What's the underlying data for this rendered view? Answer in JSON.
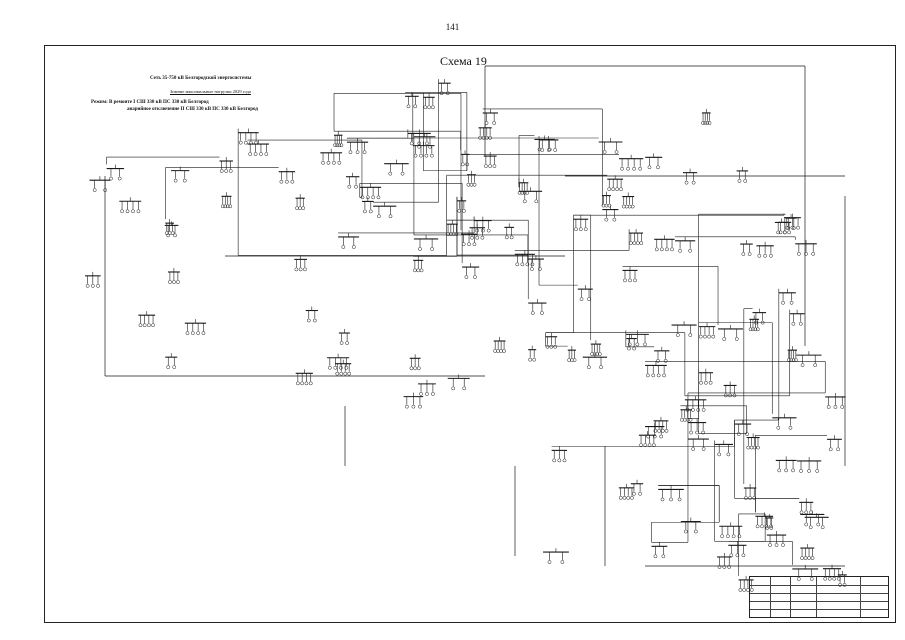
{
  "page": {
    "number": "141"
  },
  "header": {
    "scheme_title": "Схема 19",
    "network_title": "Сеть 35-750 кВ Белгородской энергосистемы",
    "calc_note": "Зимние максимальные нагрузки 2029 года",
    "mode_label": "Режим: В ремонте I СШ 330 кВ ПС 330 кВ Белгород",
    "mode_label_2": "аварийное отключение II СШ 330 кВ ПС 330 кВ Белгород"
  },
  "colors": {
    "line": "#1a1a1a",
    "background": "#ffffff"
  }
}
